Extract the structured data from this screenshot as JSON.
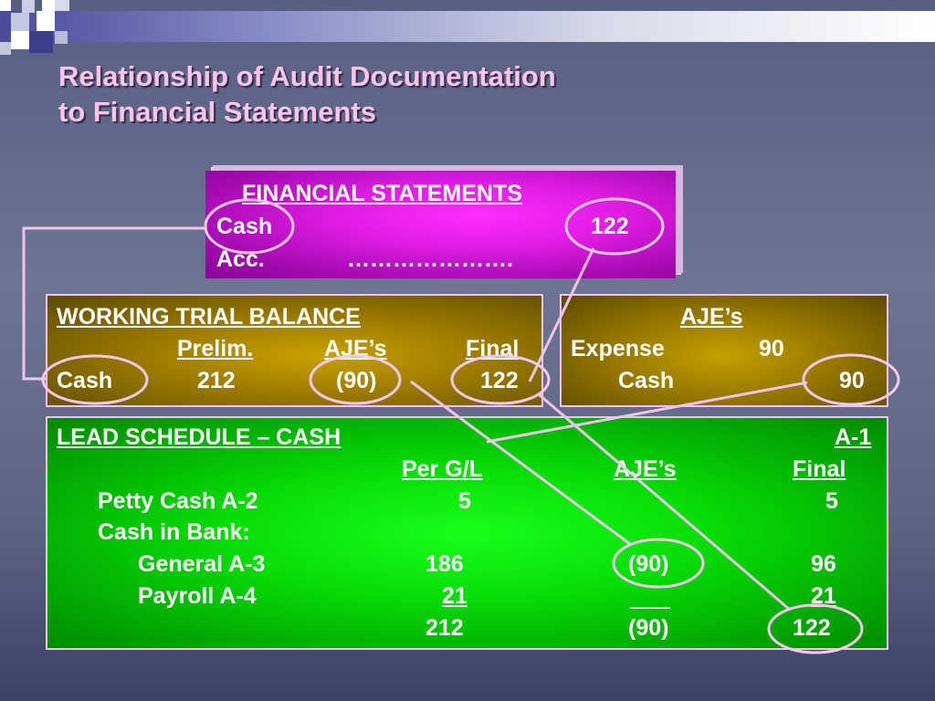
{
  "title": {
    "line1": "Relationship of Audit Documentation",
    "line2": "to Financial Statements"
  },
  "financial_statements": {
    "heading": "FINANCIAL STATEMENTS",
    "row1_label": "Cash",
    "row1_value": "122",
    "row2_label": "Acc.",
    "row2_dots": "…………………."
  },
  "working_trial_balance": {
    "heading": "WORKING TRIAL BALANCE",
    "col_prelim": "Prelim.",
    "col_ajes": "AJE’s",
    "col_final": "Final",
    "row_label": "Cash",
    "prelim": "212",
    "ajes": "(90)",
    "final": "122"
  },
  "ajes_box": {
    "heading": "AJE’s",
    "debit_label": "Expense",
    "debit_value": "90",
    "credit_label": "Cash",
    "credit_value": "90"
  },
  "lead_schedule": {
    "heading": "LEAD SCHEDULE – CASH",
    "ref": "A-1",
    "col_gl": "Per G/L",
    "col_ajes": "AJE’s",
    "col_final": "Final",
    "rows": [
      {
        "label": "Petty Cash A-2",
        "gl": "5",
        "ajes": "",
        "final": "5"
      },
      {
        "label": "Cash in Bank:",
        "gl": "",
        "ajes": "",
        "final": ""
      },
      {
        "label": "General A-3",
        "gl": "186",
        "ajes": "(90)",
        "final": "96"
      },
      {
        "label": "Payroll A-4",
        "gl": "21",
        "ajes": "",
        "final": "21"
      }
    ],
    "total_gl": "212",
    "total_ajes": "(90)",
    "total_final": "122"
  },
  "colors": {
    "title": "#ffc3ec",
    "connector": "#f1c4ee",
    "fs_box": "#e21de6",
    "wtb_box": "#9c7a00",
    "lead_box": "#07dd07"
  }
}
